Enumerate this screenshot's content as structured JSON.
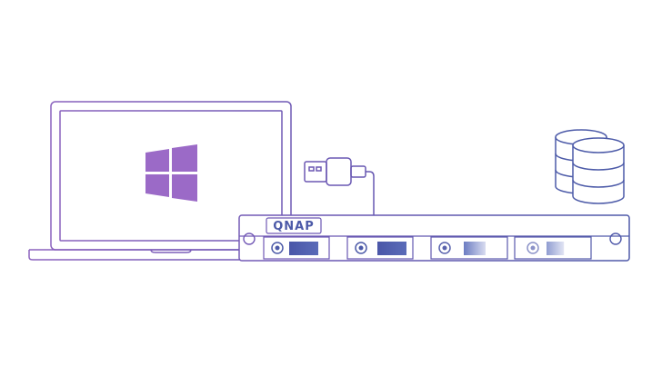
{
  "scene": {
    "nas": {
      "brand": "QNAP",
      "drive_bays": [
        {
          "slot": 1,
          "fill_level": 1.0
        },
        {
          "slot": 2,
          "fill_level": 1.0
        },
        {
          "slot": 3,
          "fill_level": 0.75
        },
        {
          "slot": 4,
          "fill_level": 0.6
        }
      ]
    },
    "laptop": {
      "screen_logo": "windows-logo-icon"
    },
    "cable": {
      "connector": "usb-plug-icon"
    },
    "database": {
      "icon": "database-stack-icon"
    }
  },
  "colors": {
    "gradient_start": "#8a5fbf",
    "gradient_end": "#4a56a8",
    "windows_logo": "#9b6ac7",
    "background": "#ffffff"
  }
}
